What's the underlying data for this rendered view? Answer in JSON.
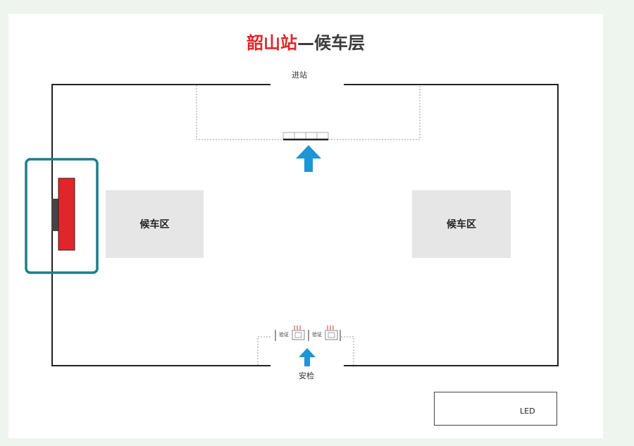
{
  "title": {
    "station": "韶山站",
    "floor": "—候车层"
  },
  "labels": {
    "entrance": "进站",
    "security": "安检",
    "gate_a": "验证",
    "gate_b": "验证"
  },
  "zones": {
    "left": "候车区",
    "right": "候车区"
  },
  "legend": {
    "led": "LED"
  },
  "icons": {
    "entry_arrow": "up-arrow-icon",
    "security_arrow": "up-arrow-icon"
  },
  "colors": {
    "title_red": "#e0262b",
    "led_red": "#e0262b",
    "arrow_blue": "#1e95d4",
    "highlight": "#1a7f8a",
    "wall": "#222222",
    "zone_gray": "#e6e6e6"
  }
}
